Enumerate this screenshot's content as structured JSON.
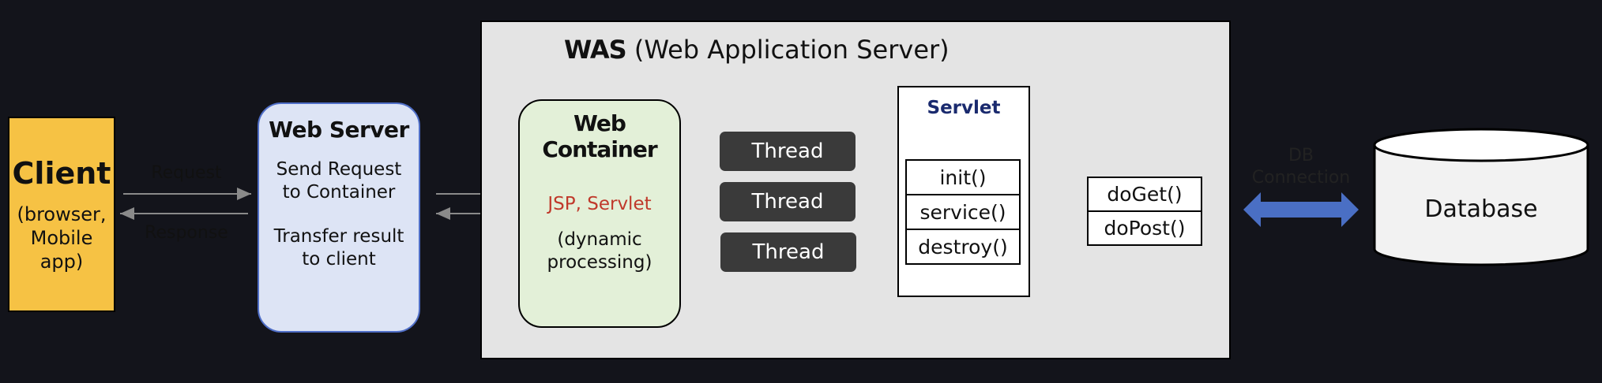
{
  "client": {
    "title": "Client",
    "subtitle_line1": "(browser,",
    "subtitle_line2": "Mobile app)"
  },
  "arrows": {
    "request": "Request",
    "response": "Response",
    "db_line1": "DB",
    "db_line2": "Connection"
  },
  "web_server": {
    "title": "Web Server",
    "line1": "Send Request",
    "line2": "to Container",
    "line3": "Transfer result",
    "line4": "to client"
  },
  "was": {
    "title_bold": "WAS",
    "title_rest": " (Web Application Server)"
  },
  "web_container": {
    "title": "Web Container",
    "tech": "JSP, Servlet",
    "line1": "(dynamic",
    "line2": "processing)"
  },
  "threads": [
    "Thread",
    "Thread",
    "Thread"
  ],
  "servlet": {
    "title": "Servlet",
    "methods": [
      "init()",
      "service()",
      "destroy()"
    ]
  },
  "handlers": [
    "doGet()",
    "doPost()"
  ],
  "database": {
    "label": "Database"
  },
  "colors": {
    "background": "#13141b",
    "client": "#f6c244",
    "web_server": "#dde4f5",
    "web_container": "#e3f0d8",
    "was": "#e4e4e4",
    "thread": "#3a3a3a",
    "db_arrow": "#4a6fc4",
    "servlet_title": "#1a2a6e",
    "tech_text": "#c0392b"
  }
}
